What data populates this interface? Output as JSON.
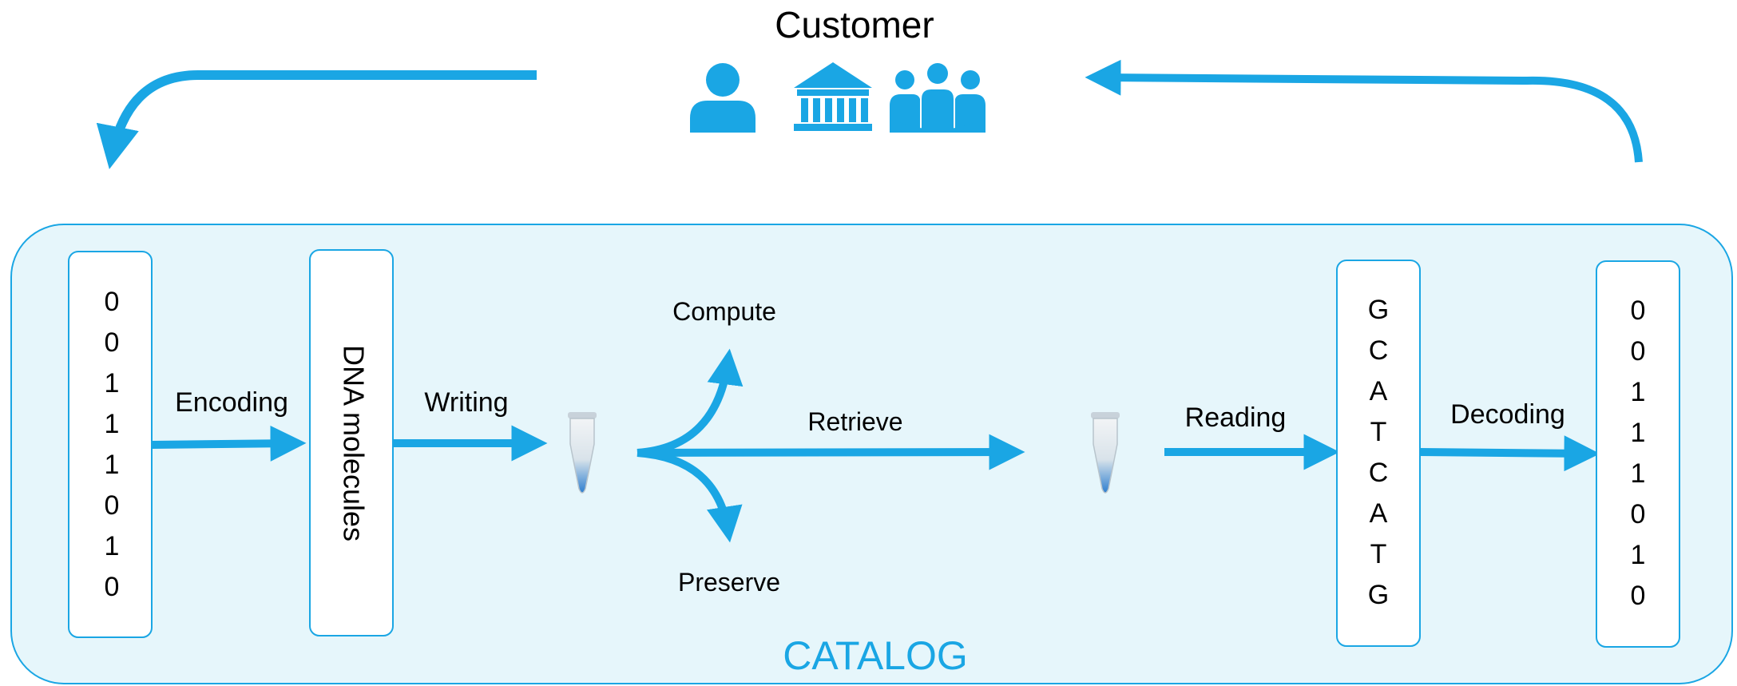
{
  "customer": {
    "title": "Customer",
    "icons": [
      "person-icon",
      "institution-icon",
      "group-icon"
    ]
  },
  "container": {
    "label": "CATALOG"
  },
  "input_bits": [
    "0",
    "0",
    "1",
    "1",
    "1",
    "0",
    "1",
    "0"
  ],
  "dna_box": {
    "label": "DNA molecules"
  },
  "steps": {
    "encoding": "Encoding",
    "writing": "Writing",
    "compute": "Compute",
    "retrieve": "Retrieve",
    "preserve": "Preserve",
    "reading": "Reading",
    "decoding": "Decoding"
  },
  "sequence": [
    "G",
    "C",
    "A",
    "T",
    "C",
    "A",
    "T",
    "G"
  ],
  "output_bits": [
    "0",
    "0",
    "1",
    "1",
    "1",
    "0",
    "1",
    "0"
  ],
  "colors": {
    "accent": "#1aa6e4",
    "panel_fill": "#e6f6fb",
    "box_fill": "#ffffff",
    "catalog_text": "#1aa6e4"
  }
}
